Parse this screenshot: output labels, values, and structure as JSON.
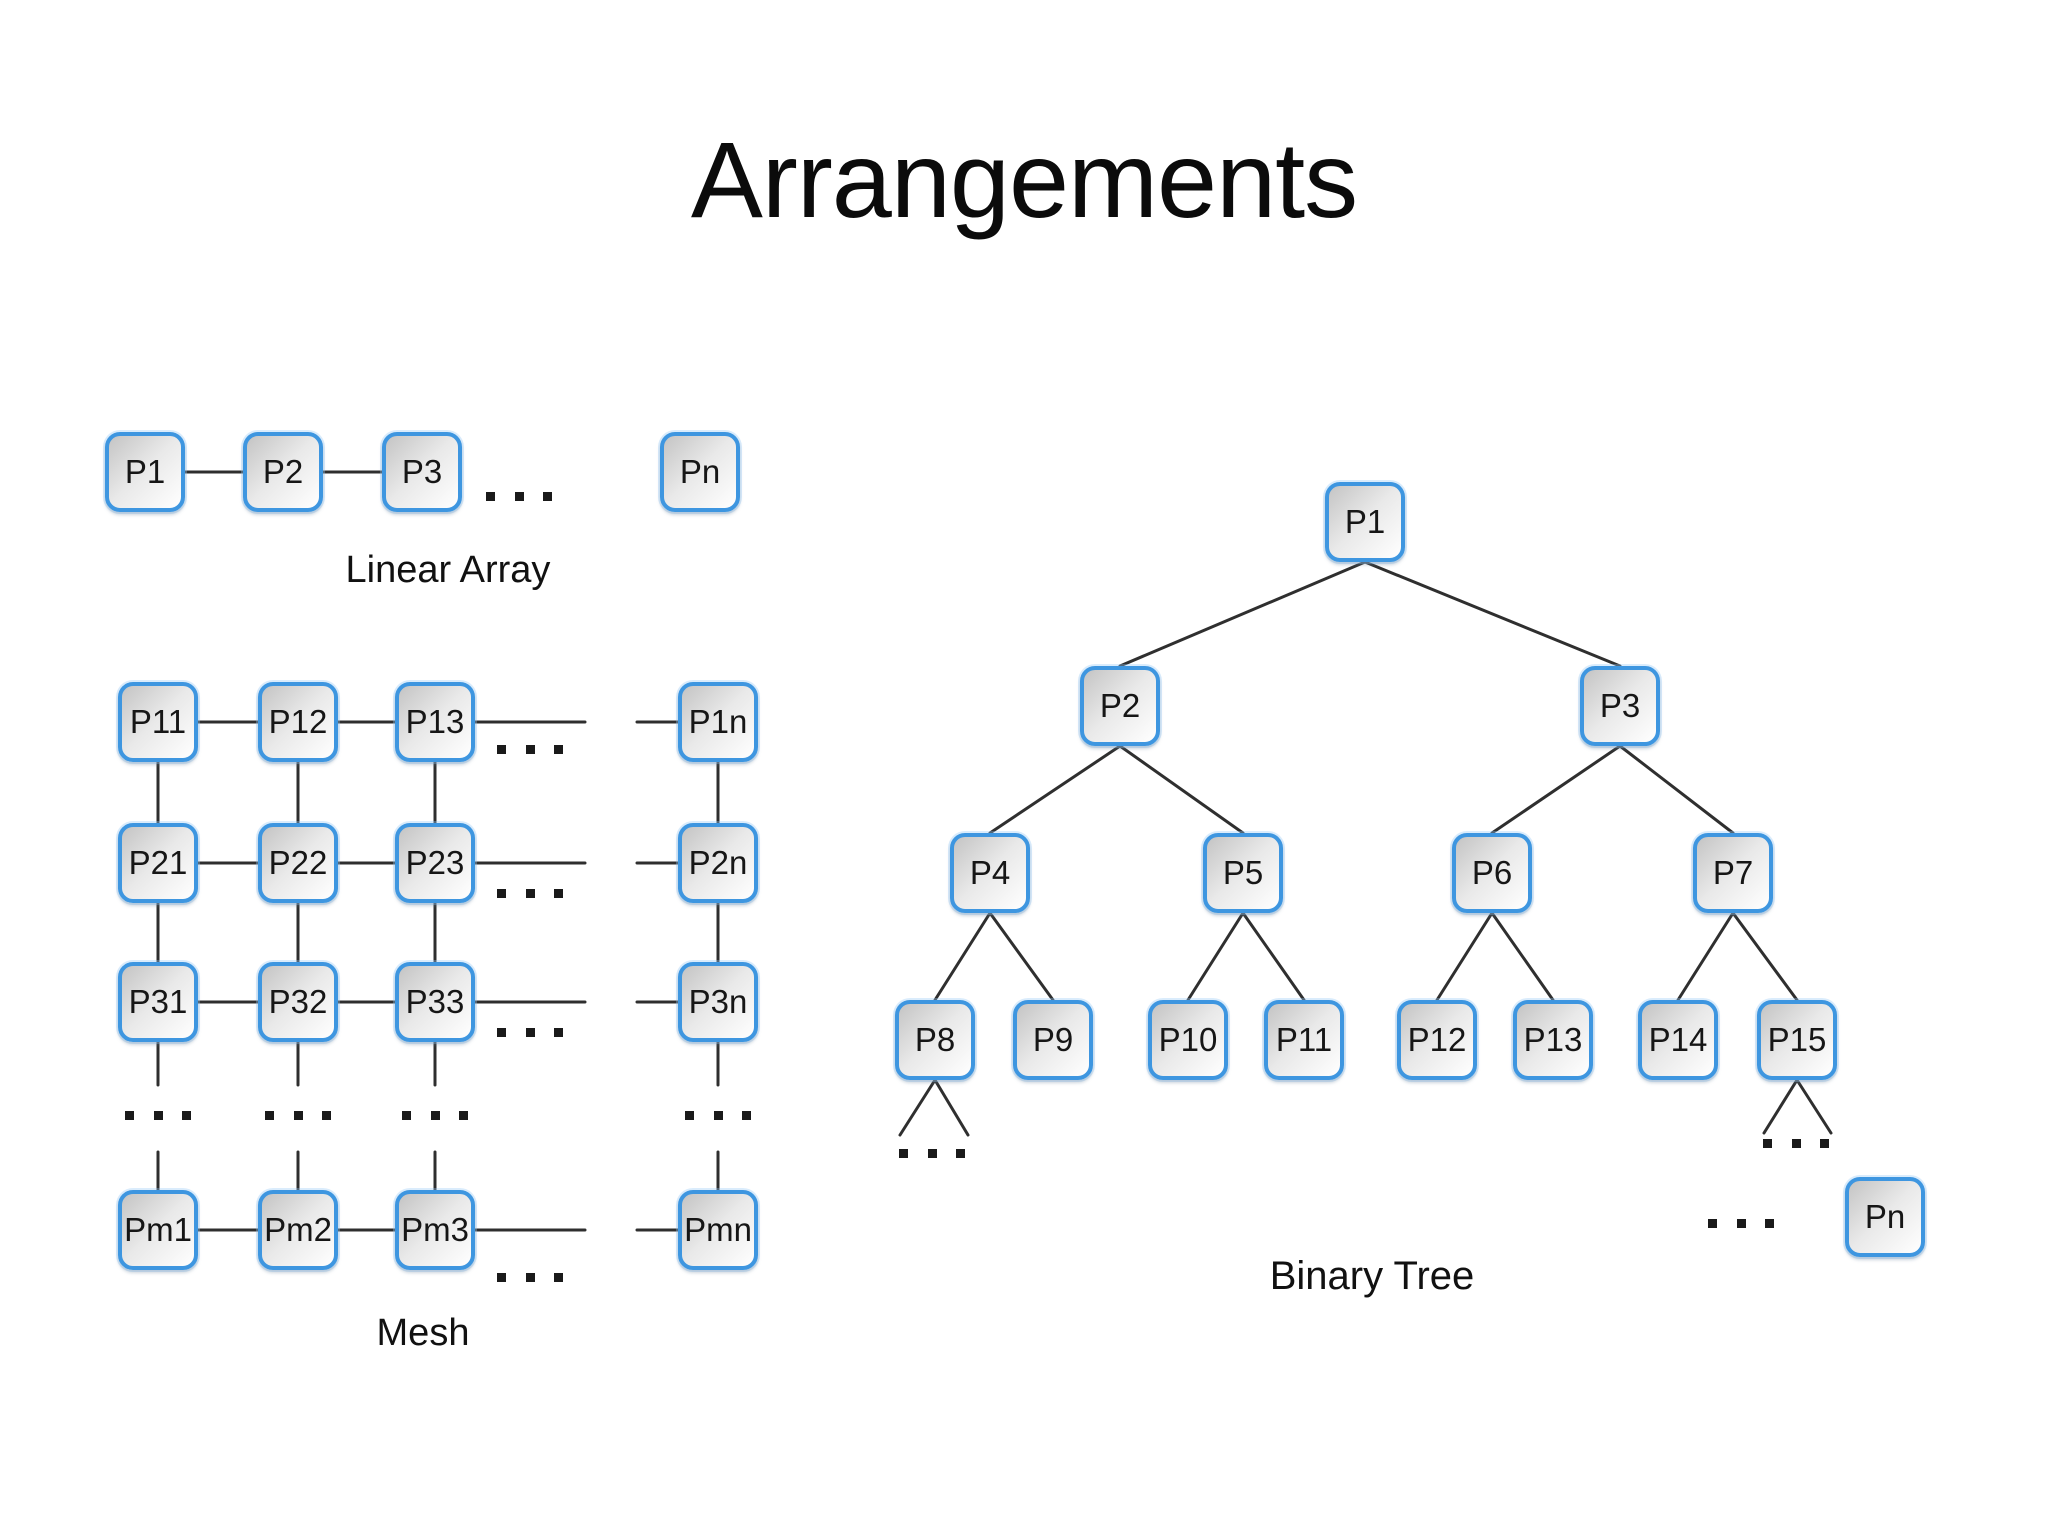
{
  "slide": {
    "title": "Arrangements",
    "background": "#ffffff"
  },
  "diagrams": {
    "linear_array": {
      "label": "Linear Array",
      "nodes": [
        "P1",
        "P2",
        "P3",
        "Pn"
      ]
    },
    "mesh": {
      "label": "Mesh",
      "rows": [
        [
          "P11",
          "P12",
          "P13",
          "P1n"
        ],
        [
          "P21",
          "P22",
          "P23",
          "P2n"
        ],
        [
          "P31",
          "P32",
          "P33",
          "P3n"
        ],
        [
          "Pm1",
          "Pm2",
          "Pm3",
          "Pmn"
        ]
      ]
    },
    "binary_tree": {
      "label": "Binary Tree",
      "nodes": [
        "P1",
        "P2",
        "P3",
        "P4",
        "P5",
        "P6",
        "P7",
        "P8",
        "P9",
        "P10",
        "P11",
        "P12",
        "P13",
        "P14",
        "P15",
        "Pn"
      ],
      "edges": [
        [
          "P1",
          "P2"
        ],
        [
          "P1",
          "P3"
        ],
        [
          "P2",
          "P4"
        ],
        [
          "P2",
          "P5"
        ],
        [
          "P3",
          "P6"
        ],
        [
          "P3",
          "P7"
        ],
        [
          "P4",
          "P8"
        ],
        [
          "P4",
          "P9"
        ],
        [
          "P5",
          "P10"
        ],
        [
          "P5",
          "P11"
        ],
        [
          "P6",
          "P12"
        ],
        [
          "P6",
          "P13"
        ],
        [
          "P7",
          "P14"
        ],
        [
          "P7",
          "P15"
        ]
      ]
    }
  },
  "colors": {
    "node_border": "#3e96e0",
    "node_fill_start": "#c4c4c4",
    "node_fill_end": "#ffffff",
    "connector": "#2f2f2f",
    "text": "#161616"
  }
}
